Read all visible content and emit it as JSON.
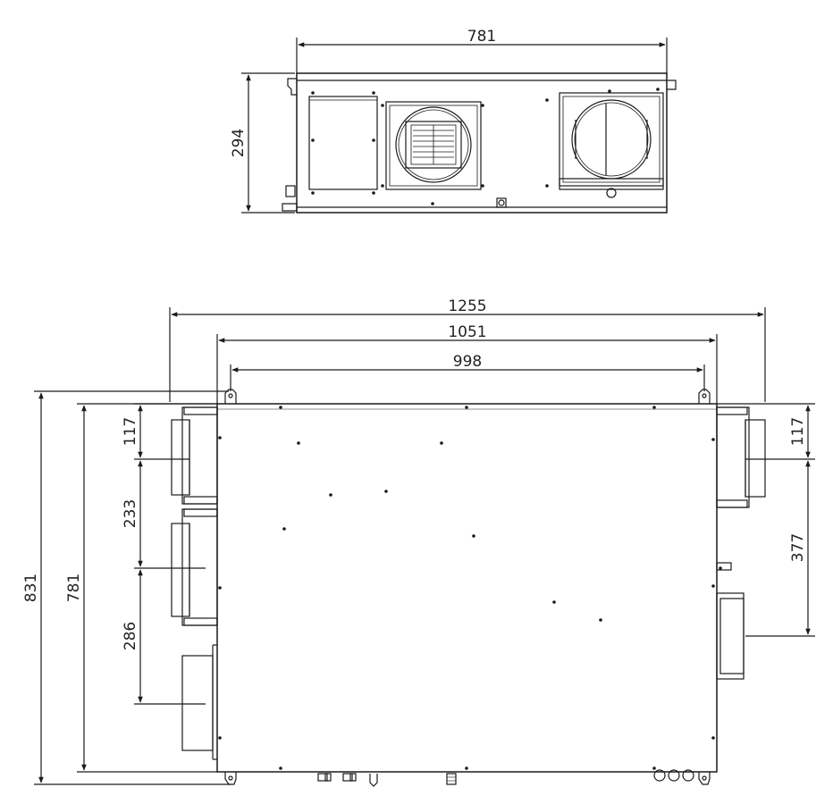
{
  "top_view": {
    "width_mm": "781",
    "height_mm": "294"
  },
  "plan_view": {
    "overall_width_mm": "1255",
    "body_width_mm": "1051",
    "bracket_span_mm": "998",
    "overall_depth_mm": "831",
    "body_depth_mm": "781",
    "left_spacing_1_mm": "117",
    "left_spacing_2_mm": "233",
    "left_spacing_3_mm": "286",
    "right_spacing_1_mm": "117",
    "right_spacing_2_mm": "377"
  },
  "colors": {
    "line": "#1a1a1a"
  }
}
